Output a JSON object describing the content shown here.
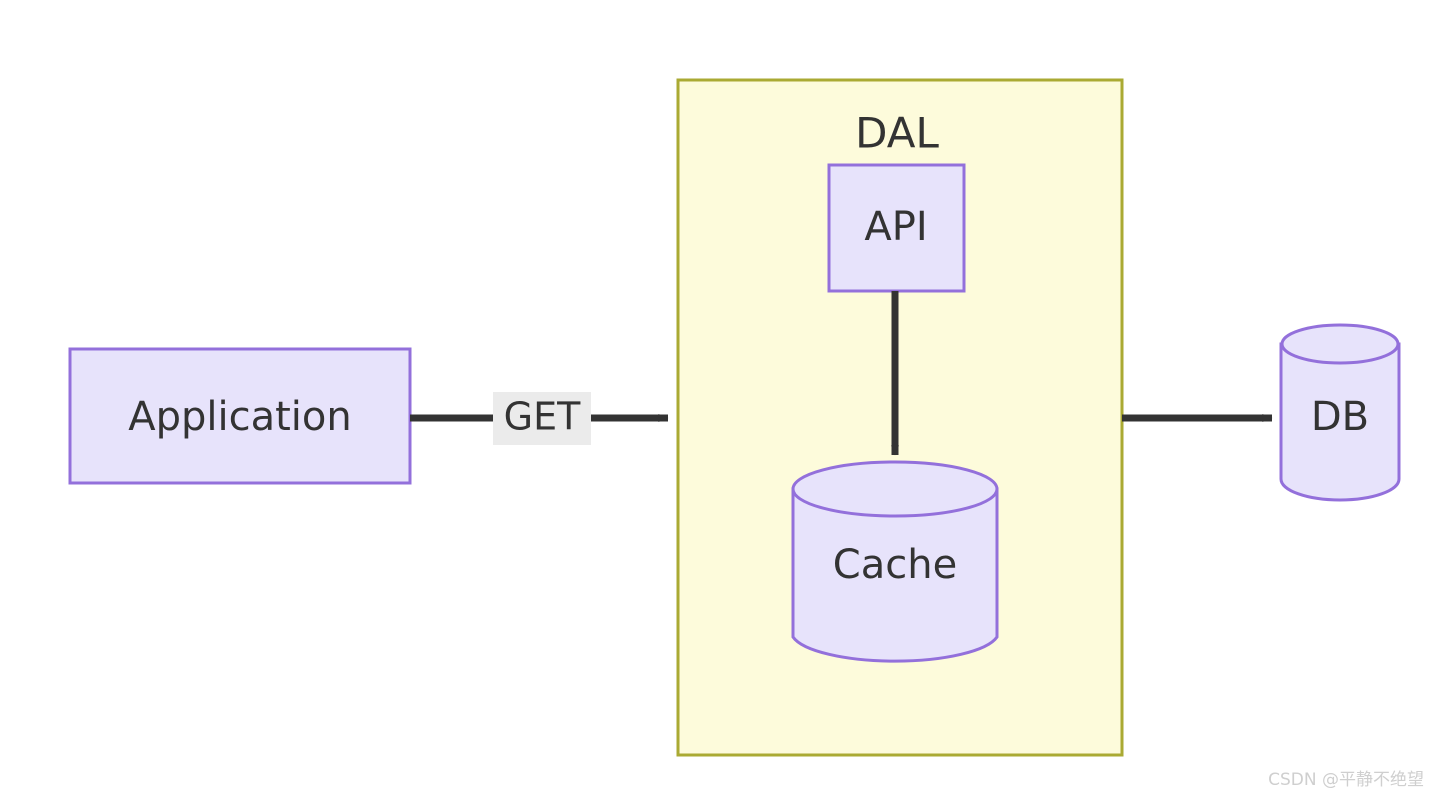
{
  "diagram": {
    "type": "architecture-flowchart",
    "background": "#ffffff",
    "colors": {
      "node_fill": "#e7e3fb",
      "node_stroke": "#9370db",
      "group_fill": "#fdfbdb",
      "group_stroke": "#aaaa33",
      "edge_stroke": "#333333",
      "text": "#333333",
      "edge_label_bg": "#ebebeb",
      "watermark": "#cfcfcf"
    },
    "groups": [
      {
        "id": "dal-group",
        "label": "DAL",
        "shape": "rect",
        "fill": "#fdfbdb",
        "stroke": "#aaaa33"
      }
    ],
    "nodes": [
      {
        "id": "application",
        "label": "Application",
        "shape": "rect",
        "fill": "#e7e3fb",
        "stroke": "#9370db"
      },
      {
        "id": "api",
        "label": "API",
        "shape": "rect",
        "fill": "#e7e3fb",
        "stroke": "#9370db",
        "group": "dal-group"
      },
      {
        "id": "cache",
        "label": "Cache",
        "shape": "cylinder",
        "fill": "#e7e3fb",
        "stroke": "#9370db",
        "group": "dal-group"
      },
      {
        "id": "db",
        "label": "DB",
        "shape": "cylinder",
        "fill": "#e7e3fb",
        "stroke": "#9370db"
      }
    ],
    "edges": [
      {
        "id": "edge-application-dal",
        "from": "application",
        "to": "dal-group",
        "label": "GET",
        "direction": "right",
        "arrow": true
      },
      {
        "id": "edge-api-cache",
        "from": "api",
        "to": "cache",
        "label": "",
        "direction": "down",
        "arrow": true
      },
      {
        "id": "edge-dal-db",
        "from": "dal-group",
        "to": "db",
        "label": "",
        "direction": "right",
        "arrow": true
      }
    ]
  },
  "watermark": {
    "text": "CSDN @平静不绝望"
  }
}
